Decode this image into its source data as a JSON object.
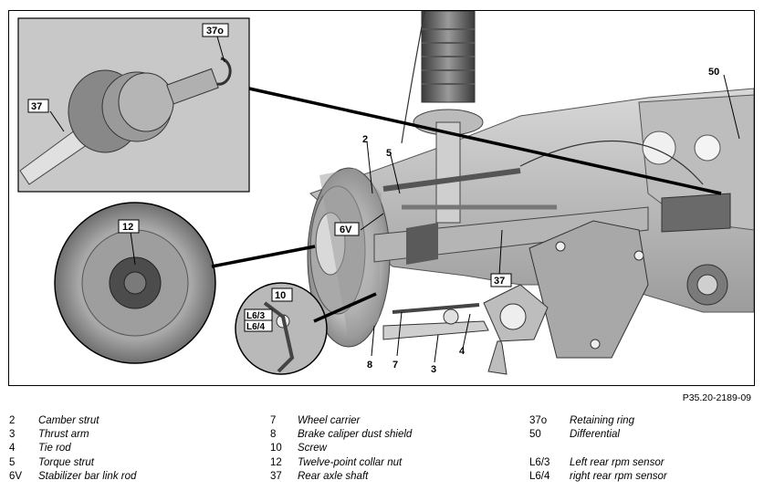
{
  "figure_id": "P35.20-2189-09",
  "callouts": {
    "c37o": "37o",
    "c37a": "37",
    "c50": "50",
    "c2": "2",
    "c5": "5",
    "c6v": "6V",
    "c12": "12",
    "c37b": "37",
    "c10": "10",
    "cl63": "L6/3",
    "cl64": "L6/4",
    "c8": "8",
    "c7": "7",
    "c3": "3",
    "c4": "4"
  },
  "legend": [
    [
      {
        "num": "2",
        "desc": "Camber strut"
      },
      {
        "num": "3",
        "desc": "Thrust arm"
      },
      {
        "num": "4",
        "desc": "Tie rod"
      },
      {
        "num": "5",
        "desc": "Torque strut"
      },
      {
        "num": "6V",
        "desc": "Stabilizer bar link rod"
      }
    ],
    [
      {
        "num": "7",
        "desc": "Wheel carrier"
      },
      {
        "num": "8",
        "desc": "Brake caliper dust shield"
      },
      {
        "num": "10",
        "desc": "Screw"
      },
      {
        "num": "12",
        "desc": "Twelve-point collar nut"
      },
      {
        "num": "37",
        "desc": "Rear axle shaft"
      }
    ],
    [
      {
        "num": "37o",
        "desc": "Retaining ring"
      },
      {
        "num": "50",
        "desc": "Differential"
      },
      {
        "num": "",
        "desc": ""
      },
      {
        "num": "L6/3",
        "desc": "Left rear rpm sensor"
      },
      {
        "num": "L6/4",
        "desc": "right rear rpm sensor"
      }
    ]
  ]
}
